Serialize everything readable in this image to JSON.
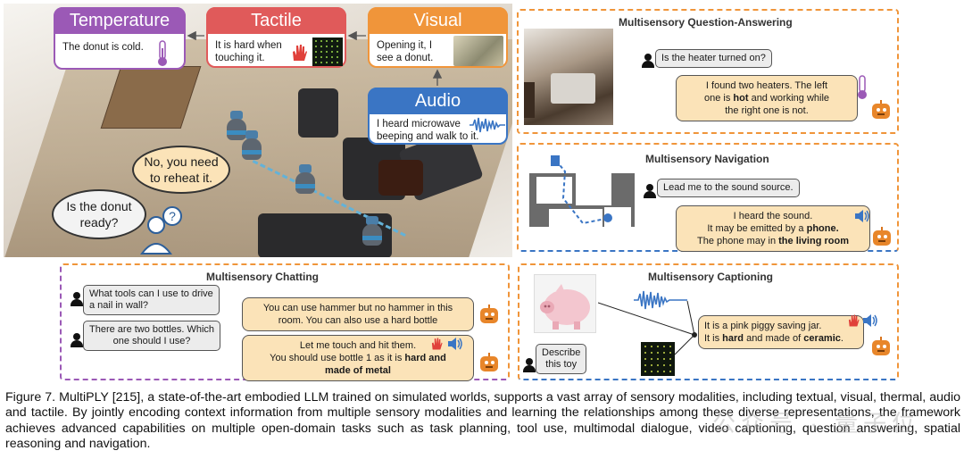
{
  "cards": {
    "temperature": {
      "title": "Temperature",
      "text": "The donut is cold.",
      "color": "#9b59b6"
    },
    "tactile": {
      "title": "Tactile",
      "text_line1": "It is hard when",
      "text_line2": "touching it.",
      "color": "#e05a5a"
    },
    "visual": {
      "title": "Visual",
      "text_line1": "Opening it, I",
      "text_line2": "see a donut.",
      "color": "#f0953a"
    },
    "audio": {
      "title": "Audio",
      "text_line1": "I heard microwave",
      "text_line2": "beeping and walk to it.",
      "color": "#3a75c4"
    }
  },
  "scene": {
    "robot_speech_line1": "No, you need",
    "robot_speech_line2": "to reheat it.",
    "user_speech_line1": "Is the donut",
    "user_speech_line2": "ready?"
  },
  "qa": {
    "title": "Multisensory Question-Answering",
    "question": "Is the heater turned on?",
    "answer_line1": "I found two heaters. The left",
    "answer_line2_pre": "one is ",
    "answer_line2_bold": "hot",
    "answer_line2_post": " and working while",
    "answer_line3": "the right one is not."
  },
  "navigation": {
    "title": "Multisensory Navigation",
    "question": "Lead me to the sound source.",
    "answer_line1": "I heard the sound.",
    "answer_line2_pre": "It may be emitted by a ",
    "answer_line2_bold": "phone.",
    "answer_line3_pre": "The phone may in ",
    "answer_line3_bold": "the living room"
  },
  "chatting": {
    "title": "Multisensory Chatting",
    "q1_line1": "What tools can I use to drive",
    "q1_line2": "a nail in wall?",
    "a1_line1": "You can use hammer but no hammer in this",
    "a1_line2": "room. You can also use a hard bottle",
    "q2_line1": "There are two bottles. Which",
    "q2_line2": "one should I use?",
    "a2_line1": "Let me touch and hit them.",
    "a2_line2_pre": "You should use bottle 1 as it is ",
    "a2_line2_bold": "hard and",
    "a2_line3_bold": "made of metal"
  },
  "captioning": {
    "title": "Multisensory Captioning",
    "prompt_line1": "Describe",
    "prompt_line2": "this toy",
    "answer_line1": "It is a pink piggy saving jar.",
    "answer_line2_pre": "It is ",
    "answer_line2_bold1": "hard",
    "answer_line2_mid": " and made of ",
    "answer_line2_bold2": "ceramic",
    "answer_line2_post": "."
  },
  "caption": "Figure 7. MultiPLY [215], a state-of-the-art embodied LLM trained on simulated worlds, supports a vast array of sensory modalities, including textual, visual, thermal, audio and tactile. By jointly encoding context information from multiple sensory modalities and learning the relationships among these diverse representations, the framework achieves advanced capabilities on multiple open-domain tasks such as task planning, tool use, multimodal dialogue, video captioning, question answering, spatial reasoning and navigation.",
  "watermark": "公众号 · 量子位",
  "colors": {
    "panel_orange": "#f0953a",
    "panel_blue": "#3a75c4",
    "panel_purple": "#9b59b6",
    "bot_bubble": "#fbe3b8",
    "user_bubble": "#ececec"
  }
}
